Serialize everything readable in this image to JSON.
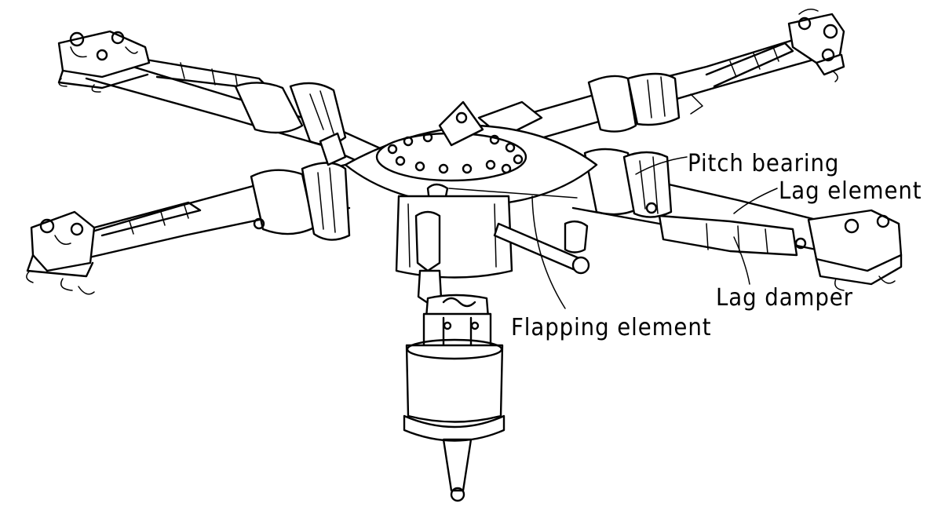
{
  "diagram": {
    "labels": {
      "pitch_bearing": "Pitch bearing",
      "lag_element": "Lag element",
      "lag_damper": "Lag damper",
      "flapping_element": "Flapping element"
    },
    "colors": {
      "ink": "#000000",
      "background": "#ffffff"
    }
  }
}
